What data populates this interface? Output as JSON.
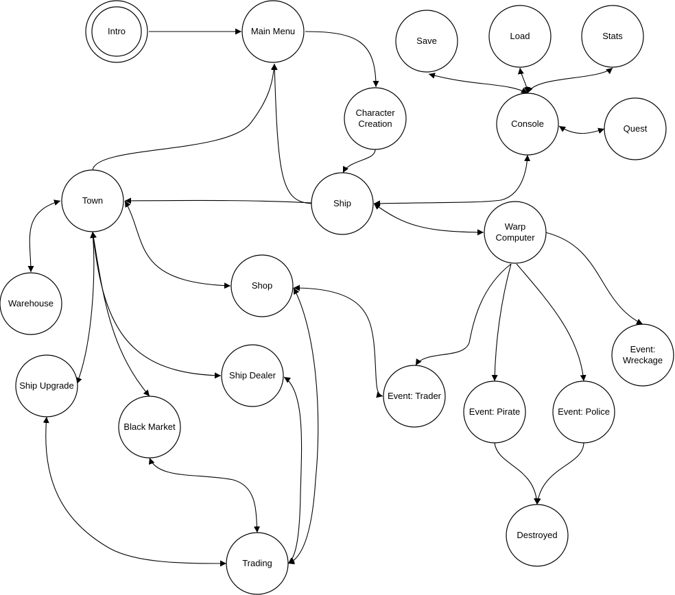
{
  "nodes": [
    {
      "id": "intro",
      "lines": [
        "Intro"
      ]
    },
    {
      "id": "main-menu",
      "lines": [
        "Main Menu"
      ]
    },
    {
      "id": "save",
      "lines": [
        "Save"
      ]
    },
    {
      "id": "load",
      "lines": [
        "Load"
      ]
    },
    {
      "id": "stats",
      "lines": [
        "Stats"
      ]
    },
    {
      "id": "character-creation",
      "lines": [
        "Character",
        "Creation"
      ]
    },
    {
      "id": "console",
      "lines": [
        "Console"
      ]
    },
    {
      "id": "quest",
      "lines": [
        "Quest"
      ]
    },
    {
      "id": "town",
      "lines": [
        "Town"
      ]
    },
    {
      "id": "ship",
      "lines": [
        "Ship"
      ]
    },
    {
      "id": "warp-computer",
      "lines": [
        "Warp",
        "Computer"
      ]
    },
    {
      "id": "warehouse",
      "lines": [
        "Warehouse"
      ]
    },
    {
      "id": "shop",
      "lines": [
        "Shop"
      ]
    },
    {
      "id": "event-wreckage",
      "lines": [
        "Event:",
        "Wreckage"
      ]
    },
    {
      "id": "ship-upgrade",
      "lines": [
        "Ship Upgrade"
      ]
    },
    {
      "id": "ship-dealer",
      "lines": [
        "Ship Dealer"
      ]
    },
    {
      "id": "event-trader",
      "lines": [
        "Event: Trader"
      ]
    },
    {
      "id": "black-market",
      "lines": [
        "Black Market"
      ]
    },
    {
      "id": "event-pirate",
      "lines": [
        "Event: Pirate"
      ]
    },
    {
      "id": "event-police",
      "lines": [
        "Event: Police"
      ]
    },
    {
      "id": "destroyed",
      "lines": [
        "Destroyed"
      ]
    },
    {
      "id": "trading",
      "lines": [
        "Trading"
      ]
    }
  ],
  "edges": [
    {
      "from": "intro",
      "to": "main-menu",
      "bidirectional": false
    },
    {
      "from": "main-menu",
      "to": "character-creation",
      "bidirectional": false
    },
    {
      "from": "character-creation",
      "to": "ship",
      "bidirectional": false
    },
    {
      "from": "town",
      "to": "main-menu",
      "bidirectional": false
    },
    {
      "from": "ship",
      "to": "main-menu",
      "bidirectional": false
    },
    {
      "from": "ship",
      "to": "town",
      "bidirectional": false
    },
    {
      "from": "ship",
      "to": "console",
      "bidirectional": true
    },
    {
      "from": "ship",
      "to": "warp-computer",
      "bidirectional": true
    },
    {
      "from": "console",
      "to": "save",
      "bidirectional": true
    },
    {
      "from": "console",
      "to": "load",
      "bidirectional": true
    },
    {
      "from": "console",
      "to": "stats",
      "bidirectional": true
    },
    {
      "from": "console",
      "to": "quest",
      "bidirectional": true
    },
    {
      "from": "town",
      "to": "warehouse",
      "bidirectional": true
    },
    {
      "from": "town",
      "to": "shop",
      "bidirectional": true
    },
    {
      "from": "town",
      "to": "ship-upgrade",
      "bidirectional": true
    },
    {
      "from": "town",
      "to": "ship-dealer",
      "bidirectional": true
    },
    {
      "from": "town",
      "to": "black-market",
      "bidirectional": true
    },
    {
      "from": "shop",
      "to": "event-trader",
      "bidirectional": true
    },
    {
      "from": "shop",
      "to": "trading",
      "bidirectional": true
    },
    {
      "from": "ship-dealer",
      "to": "trading",
      "bidirectional": true
    },
    {
      "from": "black-market",
      "to": "trading",
      "bidirectional": true
    },
    {
      "from": "ship-upgrade",
      "to": "trading",
      "bidirectional": true
    },
    {
      "from": "warp-computer",
      "to": "event-trader",
      "bidirectional": false
    },
    {
      "from": "warp-computer",
      "to": "event-pirate",
      "bidirectional": false
    },
    {
      "from": "warp-computer",
      "to": "event-police",
      "bidirectional": false
    },
    {
      "from": "warp-computer",
      "to": "event-wreckage",
      "bidirectional": false
    },
    {
      "from": "event-pirate",
      "to": "destroyed",
      "bidirectional": false
    },
    {
      "from": "event-police",
      "to": "destroyed",
      "bidirectional": false
    }
  ]
}
